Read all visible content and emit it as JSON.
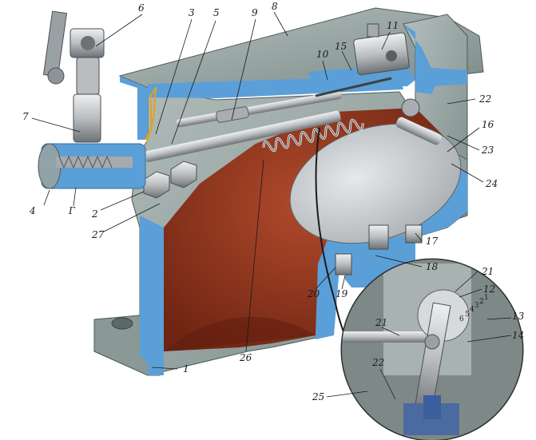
{
  "colors": {
    "casing_grey": "#9aa8a6",
    "casing_dark": "#6f7e7c",
    "section_blue": "#5b9fd8",
    "interior_red": "#9c3a22",
    "interior_dark": "#6e2412",
    "steel": "#c9ccce",
    "steel_dark": "#7d8184",
    "disc": "#cfd3d6"
  },
  "callouts": [
    {
      "id": "c1",
      "text": "1"
    },
    {
      "id": "c2",
      "text": "2"
    },
    {
      "id": "c3",
      "text": "3"
    },
    {
      "id": "c4",
      "text": "4"
    },
    {
      "id": "c5",
      "text": "5"
    },
    {
      "id": "c6",
      "text": "6"
    },
    {
      "id": "c7",
      "text": "7"
    },
    {
      "id": "c8",
      "text": "8"
    },
    {
      "id": "c9",
      "text": "9"
    },
    {
      "id": "c10",
      "text": "10"
    },
    {
      "id": "c11",
      "text": "11"
    },
    {
      "id": "c12",
      "text": "12"
    },
    {
      "id": "c13",
      "text": "13"
    },
    {
      "id": "c14",
      "text": "14"
    },
    {
      "id": "c15",
      "text": "15"
    },
    {
      "id": "c16",
      "text": "16"
    },
    {
      "id": "c17",
      "text": "17"
    },
    {
      "id": "c18",
      "text": "18"
    },
    {
      "id": "c19",
      "text": "19"
    },
    {
      "id": "c20",
      "text": "20"
    },
    {
      "id": "c21a",
      "text": "21"
    },
    {
      "id": "c21b",
      "text": "21"
    },
    {
      "id": "c22a",
      "text": "22"
    },
    {
      "id": "c22b",
      "text": "22"
    },
    {
      "id": "c23",
      "text": "23"
    },
    {
      "id": "c24",
      "text": "24"
    },
    {
      "id": "c25",
      "text": "25"
    },
    {
      "id": "c26",
      "text": "26"
    },
    {
      "id": "c27",
      "text": "27"
    },
    {
      "id": "cG",
      "text": "Г"
    }
  ],
  "scale_marks": [
    "6",
    "5",
    "4",
    "3",
    "2",
    "1"
  ]
}
